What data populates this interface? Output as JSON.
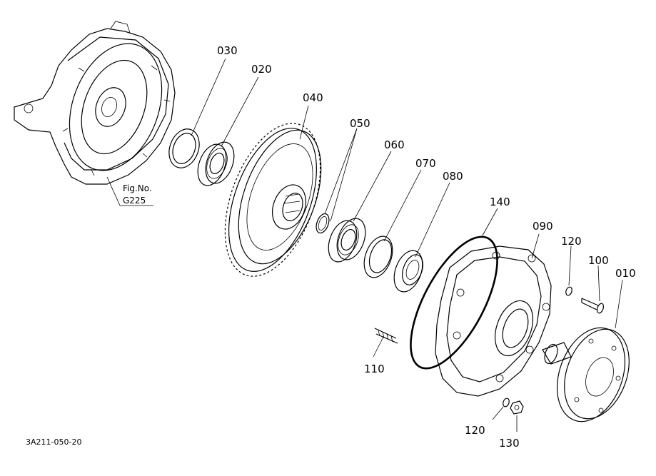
{
  "labels": {
    "p010": "010",
    "p020": "020",
    "p030": "030",
    "p040": "040",
    "p050": "050",
    "p060": "060",
    "p070": "070",
    "p080": "080",
    "p090": "090",
    "p100": "100",
    "p110": "110",
    "p120a": "120",
    "p120b": "120",
    "p130": "130",
    "p140": "140"
  },
  "fig_ref": {
    "line1": "Fig.No.",
    "line2": "G225"
  },
  "drawing_code": "3A211-050-20"
}
